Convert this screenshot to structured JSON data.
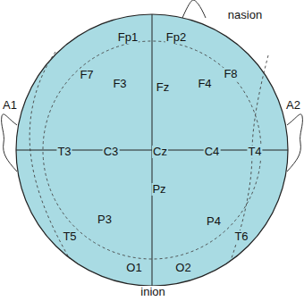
{
  "diagram": {
    "labels": [
      "nasion",
      "Fp1",
      "Fp2",
      "F7",
      "F3",
      "Fz",
      "F4",
      "F8",
      "A1",
      "A2",
      "T3",
      "C3",
      "Cz",
      "C4",
      "T4",
      "Pz",
      "P3",
      "P4",
      "T5",
      "T6",
      "O1",
      "O2",
      "inion"
    ]
  }
}
